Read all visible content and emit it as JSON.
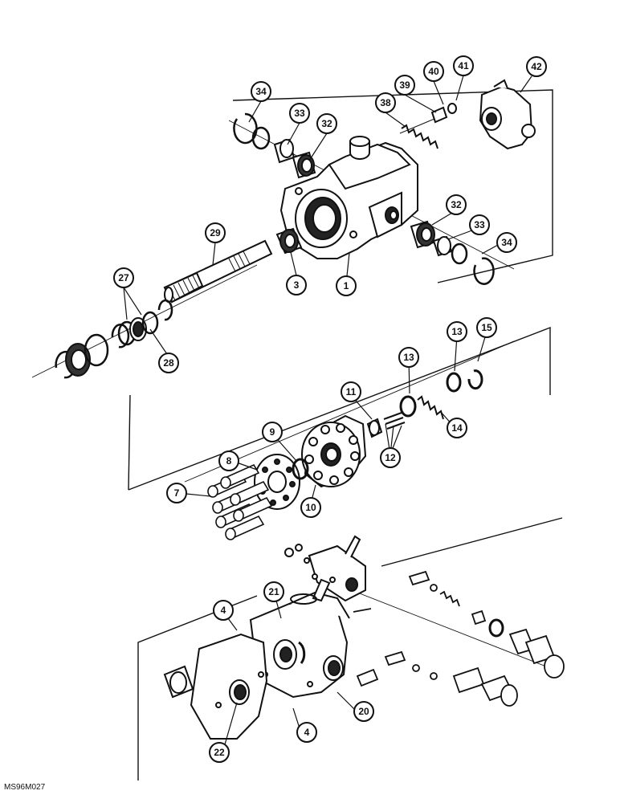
{
  "diagram": {
    "reference_code": "MS96M027",
    "callouts": [
      {
        "id": "c34a",
        "num": "34"
      },
      {
        "id": "c33a",
        "num": "33"
      },
      {
        "id": "c32a",
        "num": "32"
      },
      {
        "id": "c38",
        "num": "38"
      },
      {
        "id": "c39",
        "num": "39"
      },
      {
        "id": "c40",
        "num": "40"
      },
      {
        "id": "c41",
        "num": "41"
      },
      {
        "id": "c42",
        "num": "42"
      },
      {
        "id": "c32b",
        "num": "32"
      },
      {
        "id": "c33b",
        "num": "33"
      },
      {
        "id": "c34b",
        "num": "34"
      },
      {
        "id": "c29",
        "num": "29"
      },
      {
        "id": "c3",
        "num": "3"
      },
      {
        "id": "c1",
        "num": "1"
      },
      {
        "id": "c27",
        "num": "27"
      },
      {
        "id": "c28",
        "num": "28"
      },
      {
        "id": "c13a",
        "num": "13"
      },
      {
        "id": "c15",
        "num": "15"
      },
      {
        "id": "c13b",
        "num": "13"
      },
      {
        "id": "c11",
        "num": "11"
      },
      {
        "id": "c14",
        "num": "14"
      },
      {
        "id": "c9",
        "num": "9"
      },
      {
        "id": "c8",
        "num": "8"
      },
      {
        "id": "c12",
        "num": "12"
      },
      {
        "id": "c7",
        "num": "7"
      },
      {
        "id": "c10",
        "num": "10"
      },
      {
        "id": "c21",
        "num": "21"
      },
      {
        "id": "c4a",
        "num": "4"
      },
      {
        "id": "c20",
        "num": "20"
      },
      {
        "id": "c4b",
        "num": "4"
      },
      {
        "id": "c22",
        "num": "22"
      }
    ]
  }
}
